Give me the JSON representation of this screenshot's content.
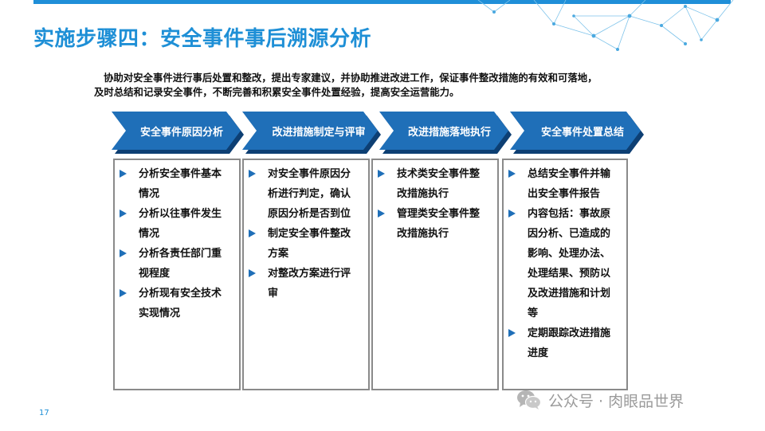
{
  "title": "实施步骤四：安全事件事后溯源分析",
  "intro": {
    "line1": "协助对安全事件进行事后处置和整改，提出专家建议，并协助推进改进工作，保证事件整改措施的有效和可落地，",
    "line2": "及时总结和记录安全事件，不断完善和积累安全事件处置经验，提高安全运营能力。"
  },
  "steps": [
    {
      "label": "安全事件原因分析",
      "items": [
        [
          "分析安全事件基本",
          "情况"
        ],
        [
          "分析以往事件发生",
          "情况"
        ],
        [
          "分析各责任部门重",
          "视程度"
        ],
        [
          "分析现有安全技术",
          "实现情况"
        ]
      ]
    },
    {
      "label": "改进措施制定与评审",
      "items": [
        [
          "对安全事件原因分",
          "析进行判定，确认",
          "原因分析是否到位"
        ],
        [
          "制定安全事件整改",
          "方案"
        ],
        [
          "对整改方案进行评",
          "审"
        ]
      ]
    },
    {
      "label": "改进措施落地执行",
      "items": [
        [
          "技术类安全事件整",
          "改措施执行"
        ],
        [
          "管理类安全事件整",
          "改措施执行"
        ]
      ]
    },
    {
      "label": "安全事件处置总结",
      "items": [
        [
          "总结安全事件并输",
          "出安全事件报告"
        ],
        [
          "内容包括：事故原",
          "因分析、已造成的",
          "影响、处理办法、",
          "处理结果、预防以",
          "及改进措施和计划",
          "等"
        ],
        [
          "定期跟踪改进措施",
          "进度"
        ]
      ]
    }
  ],
  "page_number": "17",
  "watermark": {
    "text": "公众号 · 肉眼品世界",
    "icon": "wechat-icon"
  },
  "colors": {
    "accent": "#1e8fd6",
    "arrow": "#1f6fb8",
    "arrow_shadow": "#0d3f73",
    "box_border": "#8a8a8a"
  }
}
